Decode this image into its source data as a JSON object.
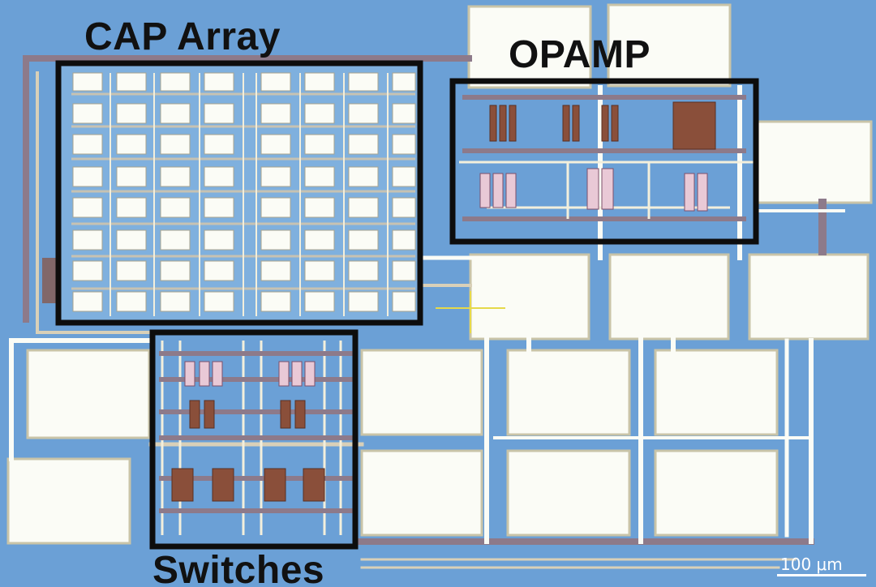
{
  "labels": {
    "cap_array": "CAP Array",
    "opamp": "OPAMP",
    "switches": "Switches"
  },
  "scale_bar": {
    "text": "100 μm"
  },
  "colors": {
    "substrate": "#6fa3d8",
    "pad_fill": "#fbfcf6",
    "metal_trace": "#d9d0b8",
    "poly_trace": "#8d7a8a",
    "device_brown": "#8a4f3a",
    "outline": "#0d0d0d"
  }
}
